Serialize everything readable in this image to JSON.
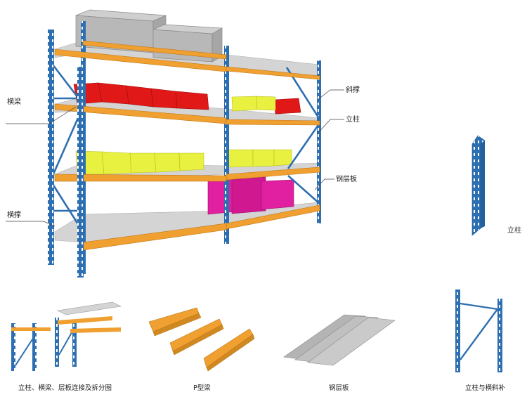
{
  "labels": {
    "beam": "横梁",
    "cross_brace": "横撑",
    "diagonal_brace": "斜撑",
    "upright": "立柱",
    "steel_panel": "钢层板",
    "upright_side": "立柱"
  },
  "captions": {
    "exploded": "立柱、横梁、层板连接及拆分图",
    "p_beam": "P型梁",
    "steel_panel": "钢层板",
    "frame": "立柱与横斜补"
  },
  "colors": {
    "upright_blue": "#2d6fb0",
    "beam_orange": "#f0a030",
    "bin_red": "#e01818",
    "bin_yellow": "#e8f040",
    "box_magenta": "#e020a0",
    "crate_gray": "#b8b8b8",
    "shelf_gray": "#d4d4d4"
  }
}
